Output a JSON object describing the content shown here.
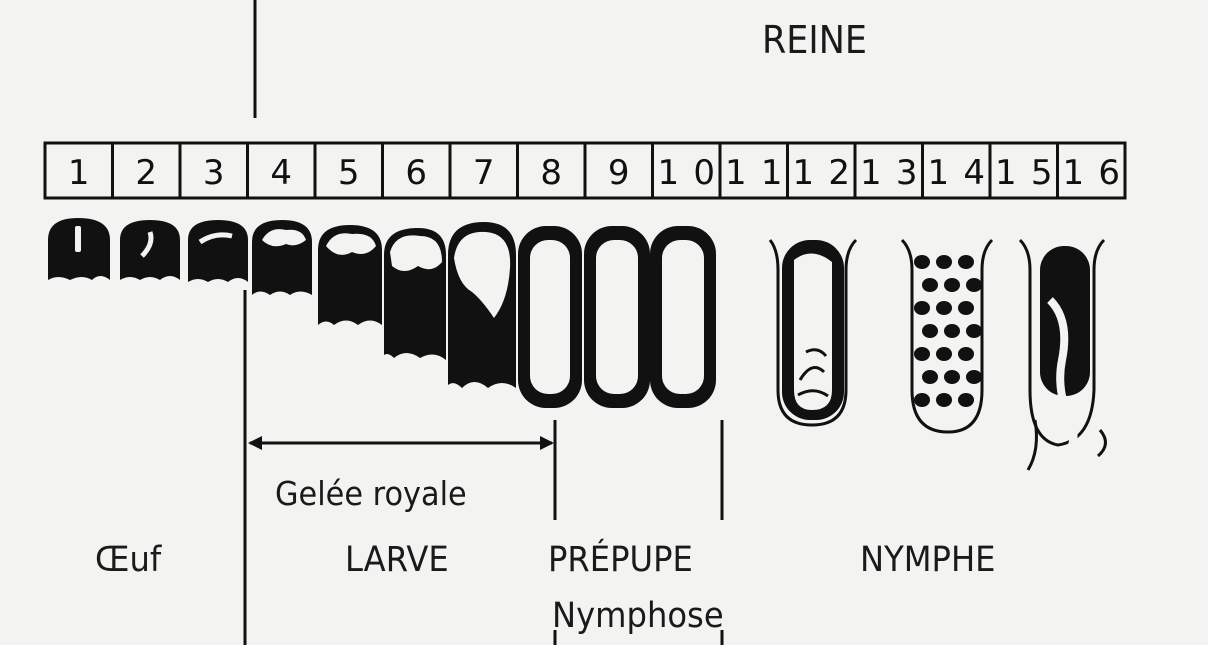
{
  "title": "REINE",
  "days": [
    "1",
    "2",
    "3",
    "4",
    "5",
    "6",
    "7",
    "8",
    "9",
    "10",
    "11",
    "12",
    "13",
    "14",
    "15",
    "16"
  ],
  "gelee_label": "Gelée royale",
  "stages": {
    "oeuf": "Œuf",
    "larve": "LARVE",
    "prepupe": "PRÉPUPE",
    "nymphe": "NYMPHE",
    "nymphose": "Nymphose"
  },
  "colors": {
    "ink": "#111111",
    "paper": "#f3f3f1"
  }
}
